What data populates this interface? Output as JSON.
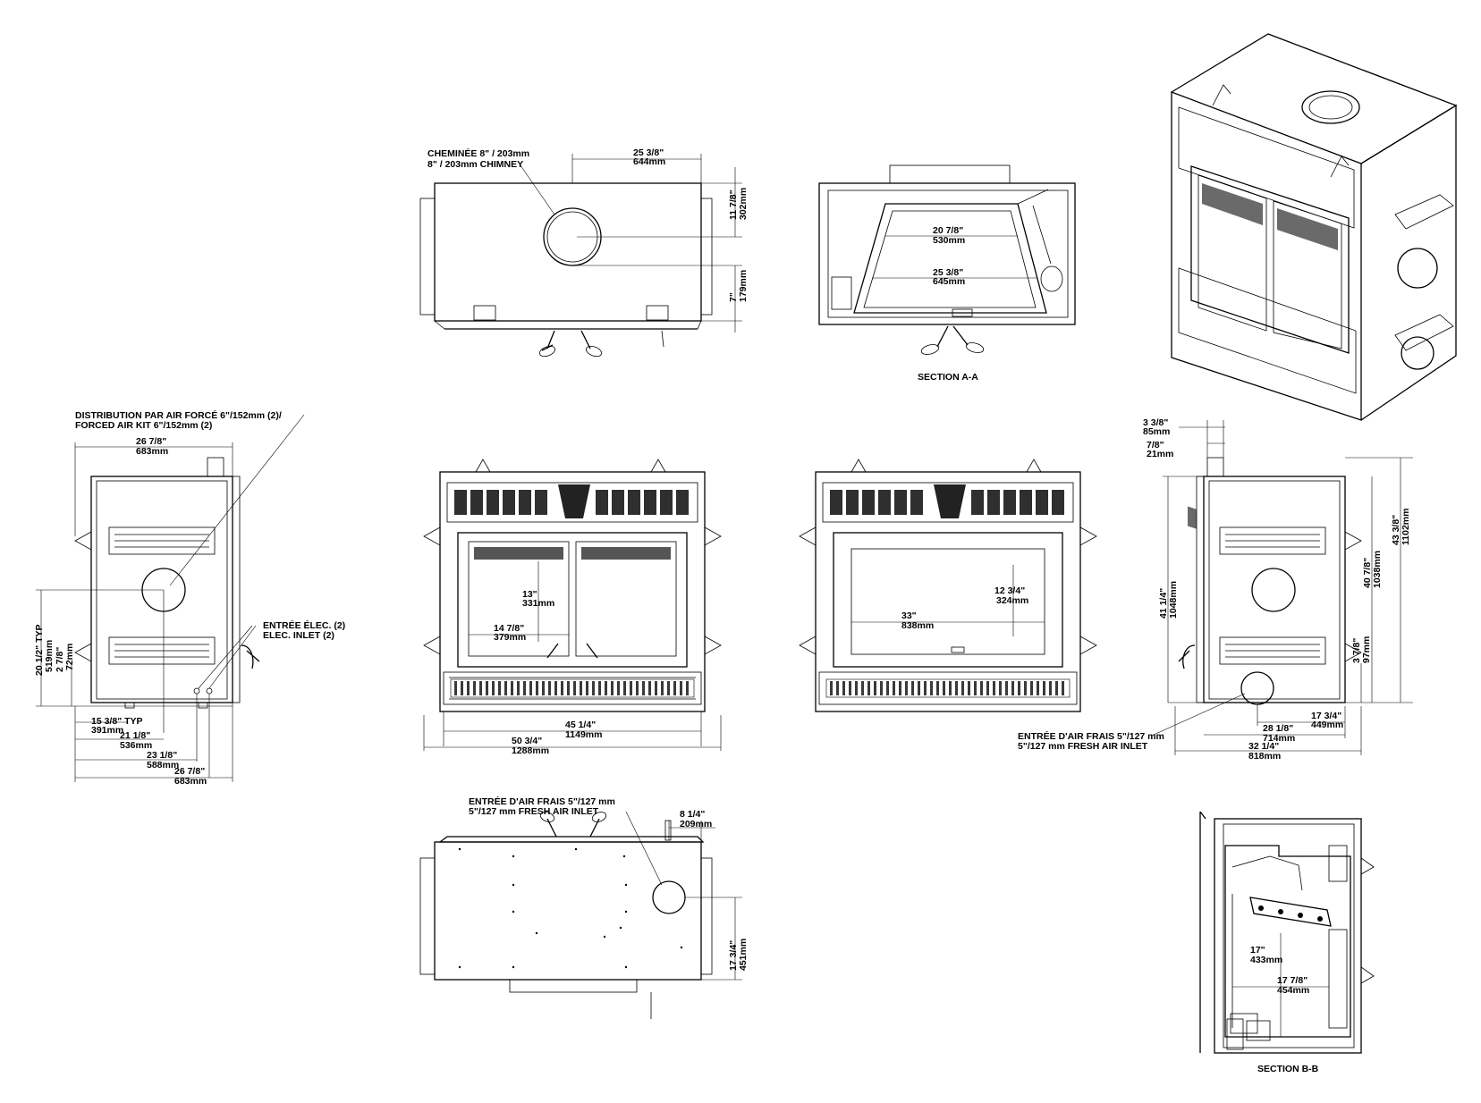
{
  "top_view": {
    "chimney_fr": "CHEMINÉE 8\" / 203mm",
    "chimney_en": "8\" / 203mm CHIMNEY",
    "dim_width_in": "25  3/8\"",
    "dim_width_mm": "644mm",
    "dim_depth1_in": "11  7/8\"",
    "dim_depth1_mm": "302mm",
    "dim_depth2_in": "7\"",
    "dim_depth2_mm": "179mm"
  },
  "section_aa": {
    "title": "SECTION A-A",
    "dim_top_in": "20  7/8\"",
    "dim_top_mm": "530mm",
    "dim_mid_in": "25  3/8\"",
    "dim_mid_mm": "645mm"
  },
  "left_side": {
    "forced_air_fr": "DISTRIBUTION PAR AIR FORCÉ 6\"/152mm (2)/",
    "forced_air_en": "FORCED AIR KIT 6\"/152mm (2)",
    "dim_top_in": "26  7/8\"",
    "dim_top_mm": "683mm",
    "elec_fr": "ENTRÉE ÉLEC. (2)",
    "elec_en": "ELEC. INLET (2)",
    "dim_v1_in": "20 1/2\" TYP",
    "dim_v1_mm": "519mm",
    "dim_v2_in": "2 7/8\"",
    "dim_v2_mm": "72mm",
    "dim_b1_in": "15  3/8\"  TYP",
    "dim_b1_mm": "391mm",
    "dim_b2_in": "21  1/8\"",
    "dim_b2_mm": "536mm",
    "dim_b3_in": "23  1/8\"",
    "dim_b3_mm": "588mm",
    "dim_b4_in": "26  7/8\"",
    "dim_b4_mm": "683mm"
  },
  "front_view": {
    "dim_h_in": "13\"",
    "dim_h_mm": "331mm",
    "dim_w_in": "14  7/8\"",
    "dim_w_mm": "379mm",
    "dim_b1_in": "45  1/4\"",
    "dim_b1_mm": "1149mm",
    "dim_b2_in": "50  3/4\"",
    "dim_b2_mm": "1288mm"
  },
  "front_open_view": {
    "dim_h_in": "12  3/4\"",
    "dim_h_mm": "324mm",
    "dim_w_in": "33\"",
    "dim_w_mm": "838mm"
  },
  "right_side": {
    "dim_t1_in": "3  3/8\"",
    "dim_t1_mm": "85mm",
    "dim_t2_in": "7/8\"",
    "dim_t2_mm": "21mm",
    "dim_v1_in": "41  1/4\"",
    "dim_v1_mm": "1048mm",
    "dim_v2_in": "40  7/8\"",
    "dim_v2_mm": "1038mm",
    "dim_v3_in": "43  3/8\"",
    "dim_v3_mm": "1102mm",
    "dim_v4_in": "3  7/8\"",
    "dim_v4_mm": "97mm",
    "dim_b1_in": "17  3/4\"",
    "dim_b1_mm": "449mm",
    "dim_b2_in": "28  1/8\"",
    "dim_b2_mm": "714mm",
    "dim_b3_in": "32  1/4\"",
    "dim_b3_mm": "818mm",
    "fresh_fr": "ENTRÉE D'AIR FRAIS 5\"/127 mm",
    "fresh_en": "5\"/127 mm FRESH AIR INLET"
  },
  "bottom_view": {
    "fresh_fr": "ENTRÉE D'AIR FRAIS 5\"/127 mm",
    "fresh_en": "5\"/127 mm FRESH AIR INLET",
    "dim_t_in": "8  1/4\"",
    "dim_t_mm": "209mm",
    "dim_v_in": "17  3/4\"",
    "dim_v_mm": "451mm"
  },
  "section_bb": {
    "title": "SECTION B-B",
    "dim_h_in": "17\"",
    "dim_h_mm": "433mm",
    "dim_w_in": "17  7/8\"",
    "dim_w_mm": "454mm"
  }
}
